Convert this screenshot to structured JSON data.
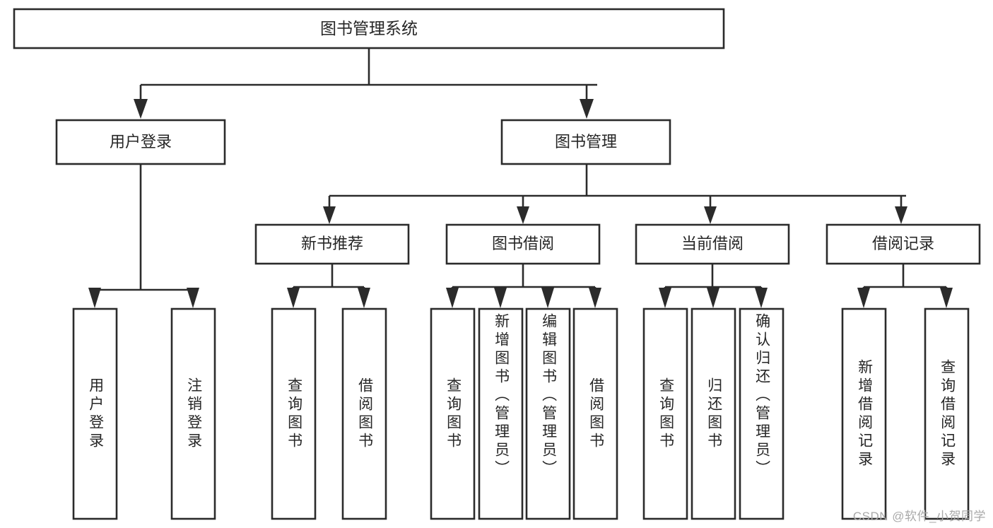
{
  "diagram": {
    "title": "图书管理系统",
    "type": "hierarchy-tree",
    "root": {
      "id": "root",
      "label": "图书管理系统",
      "orientation": "horizontal"
    },
    "level2": [
      {
        "id": "user-login",
        "label": "用户登录",
        "orientation": "horizontal"
      },
      {
        "id": "book-manage",
        "label": "图书管理",
        "orientation": "horizontal"
      }
    ],
    "level3": [
      {
        "id": "new-book-recommend",
        "label": "新书推荐",
        "orientation": "horizontal",
        "parent": "book-manage"
      },
      {
        "id": "book-borrow",
        "label": "图书借阅",
        "orientation": "horizontal",
        "parent": "book-manage"
      },
      {
        "id": "current-borrow",
        "label": "当前借阅",
        "orientation": "horizontal",
        "parent": "book-manage"
      },
      {
        "id": "borrow-record",
        "label": "借阅记录",
        "orientation": "horizontal",
        "parent": "book-manage"
      }
    ],
    "leaves": [
      {
        "id": "leaf-user-login",
        "label": "用户登录",
        "parent": "user-login",
        "align": "center"
      },
      {
        "id": "leaf-user-logout",
        "label": "注销登录",
        "parent": "user-login",
        "align": "center"
      },
      {
        "id": "leaf-query-book-1",
        "label": "查询图书",
        "parent": "new-book-recommend",
        "align": "center"
      },
      {
        "id": "leaf-borrow-book-1",
        "label": "借阅图书",
        "parent": "new-book-recommend",
        "align": "center"
      },
      {
        "id": "leaf-query-book-2",
        "label": "查询图书",
        "parent": "book-borrow",
        "align": "center"
      },
      {
        "id": "leaf-add-book",
        "label": "新增图书（管理员）",
        "parent": "book-borrow",
        "align": "top"
      },
      {
        "id": "leaf-edit-book",
        "label": "编辑图书（管理员）",
        "parent": "book-borrow",
        "align": "top"
      },
      {
        "id": "leaf-borrow-book-2",
        "label": "借阅图书",
        "parent": "book-borrow",
        "align": "center"
      },
      {
        "id": "leaf-query-book-3",
        "label": "查询图书",
        "parent": "current-borrow",
        "align": "center"
      },
      {
        "id": "leaf-return-book",
        "label": "归还图书",
        "parent": "current-borrow",
        "align": "center"
      },
      {
        "id": "leaf-confirm-return",
        "label": "确认归还（管理员）",
        "parent": "current-borrow",
        "align": "top"
      },
      {
        "id": "leaf-add-borrow-record",
        "label": "新增借阅记录",
        "parent": "borrow-record",
        "align": "center"
      },
      {
        "id": "leaf-query-borrow-record",
        "label": "查询借阅记录",
        "parent": "borrow-record",
        "align": "center"
      }
    ]
  },
  "watermark": {
    "text": "CSDN @软件_小贺同学"
  },
  "colors": {
    "stroke": "#2b2b2b",
    "fill": "#ffffff",
    "text": "#262626",
    "watermark": "#a9a9a9",
    "background": "#ffffff"
  }
}
